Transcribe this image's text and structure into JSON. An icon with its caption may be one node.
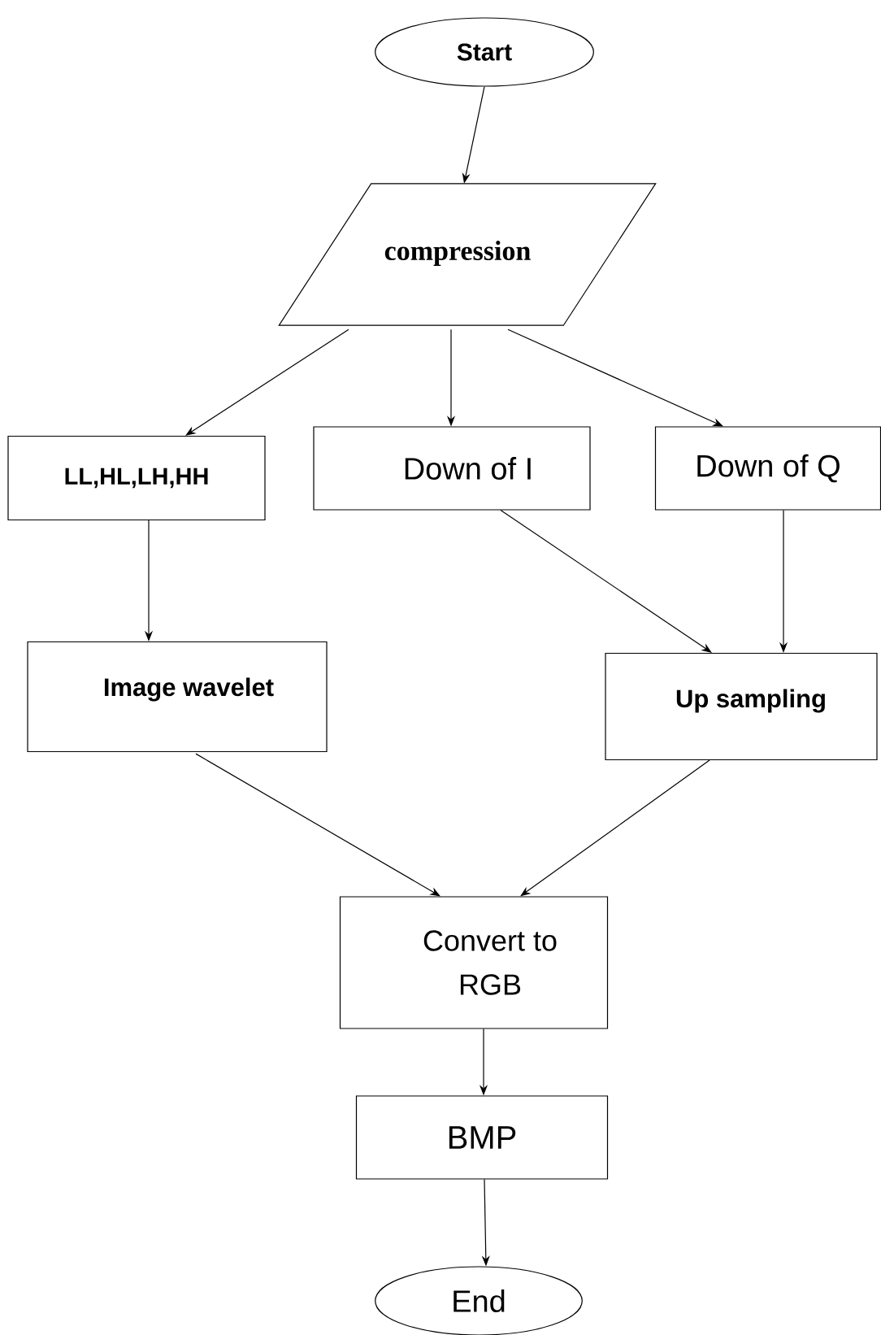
{
  "diagram": {
    "nodes": [
      {
        "text": [
          "Start"
        ]
      },
      {
        "text": [
          "compression"
        ]
      },
      {
        "text": [
          "LL,HL,LH,HH"
        ]
      },
      {
        "text": [
          "Down of I"
        ]
      },
      {
        "text": [
          "Down of Q"
        ]
      },
      {
        "text": [
          "Image  wavelet"
        ]
      },
      {
        "text": [
          "Up sampling"
        ]
      },
      {
        "text": [
          "Convert to RGB"
        ]
      },
      {
        "text": [
          "BMP"
        ]
      },
      {
        "text": [
          "End"
        ]
      }
    ],
    "edges": [
      {
        "from": 0,
        "to": 1,
        "arrow": "to"
      },
      {
        "from": 1,
        "to": 2,
        "arrow": "to"
      },
      {
        "from": 1,
        "to": 3,
        "arrow": "to"
      },
      {
        "from": 1,
        "to": 4,
        "arrow": "to"
      },
      {
        "from": 2,
        "to": 5,
        "arrow": "to"
      },
      {
        "from": 3,
        "to": 6,
        "arrow": "to"
      },
      {
        "from": 4,
        "to": 6,
        "arrow": "to"
      },
      {
        "from": 5,
        "to": 7,
        "arrow": "to"
      },
      {
        "from": 6,
        "to": 7,
        "arrow": "to"
      },
      {
        "from": 7,
        "to": 8,
        "arrow": "to"
      },
      {
        "from": 8,
        "to": 9,
        "arrow": "to"
      }
    ]
  }
}
